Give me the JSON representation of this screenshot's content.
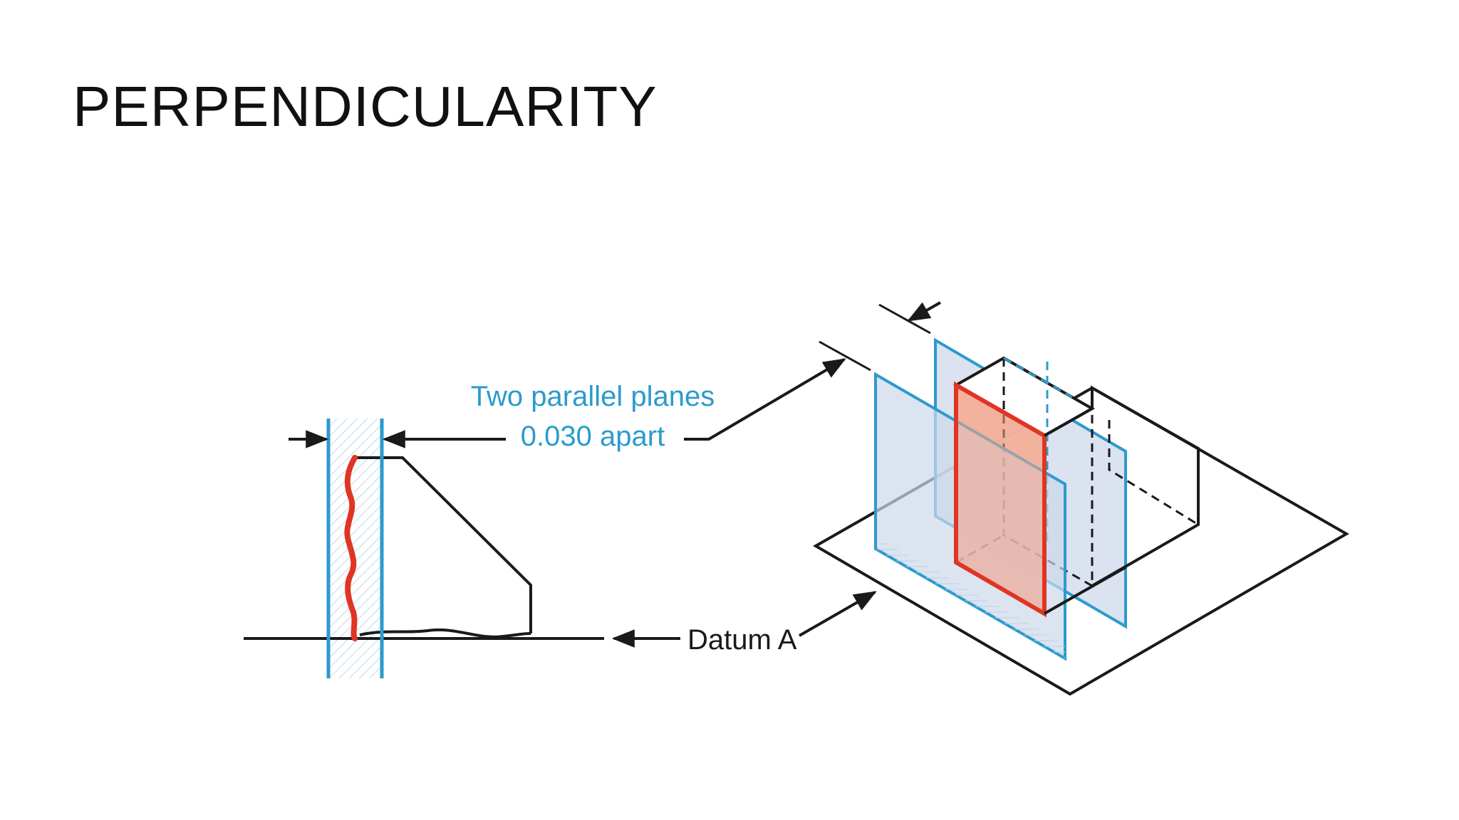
{
  "slide": {
    "title": "PERPENDICULARITY"
  },
  "diagram": {
    "callout_planes_line1": "Two parallel planes",
    "callout_planes_line2": "0.030 apart",
    "callout_datum": "Datum A",
    "colors": {
      "tolerance_plane": "#2b9bcd",
      "actual_surface": "#e03524",
      "surface_fill": "#f4b9a4",
      "plane_fill": "#cdd9ea",
      "outline": "#1a1a1a"
    }
  }
}
